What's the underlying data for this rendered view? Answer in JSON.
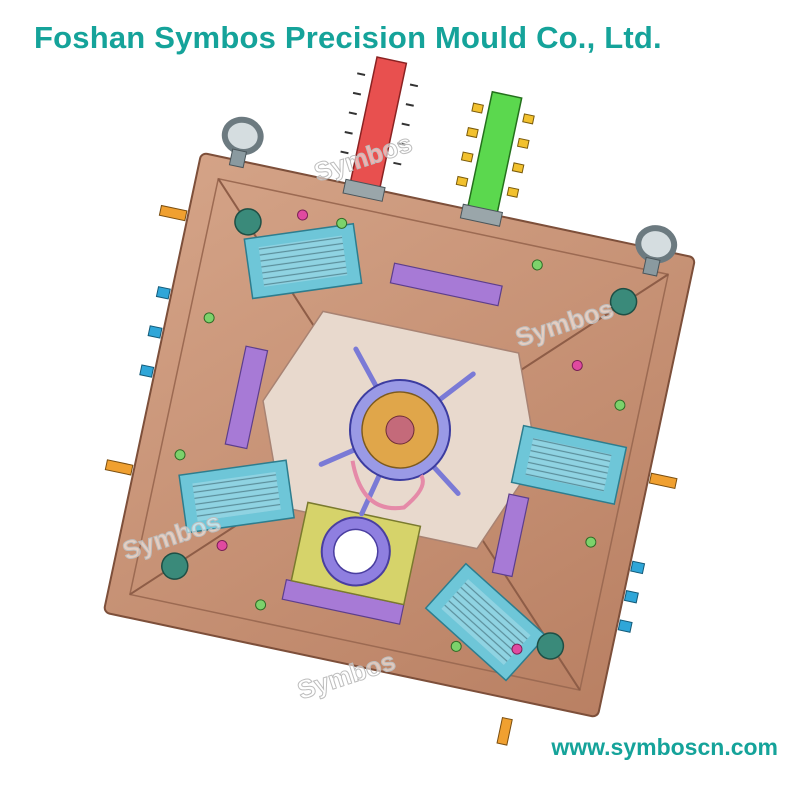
{
  "header": {
    "company_name": "Foshan Symbos Precision Mould Co., Ltd."
  },
  "footer": {
    "website": "www.symboscn.com"
  },
  "figure": {
    "subject": "die casting mould 3D render",
    "watermark_text": "Symbos",
    "colors": {
      "plate": "#c99678",
      "plate_edge": "#8a5a43",
      "slide_block": "#6ec6d8",
      "red_cylinder": "#e8504f",
      "green_cylinder": "#5bd84e",
      "purple_insert": "#a77ad6",
      "yellow_plate": "#d6d36a",
      "core": "#e6d4c6",
      "runner": "#7a7ad6"
    }
  }
}
